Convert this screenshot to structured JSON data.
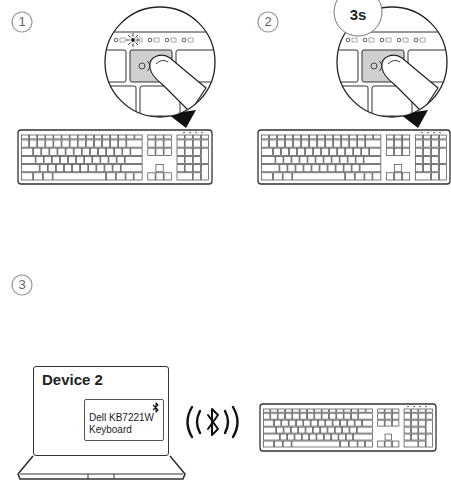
{
  "diagram": {
    "nodes": [
      {
        "text": [
          "Device 2"
        ]
      },
      {
        "text": [
          "Dell KB7221W Keyboard"
        ],
        "in": 0
      }
    ],
    "labels": [
      "1",
      "2",
      "3",
      "3s"
    ]
  }
}
